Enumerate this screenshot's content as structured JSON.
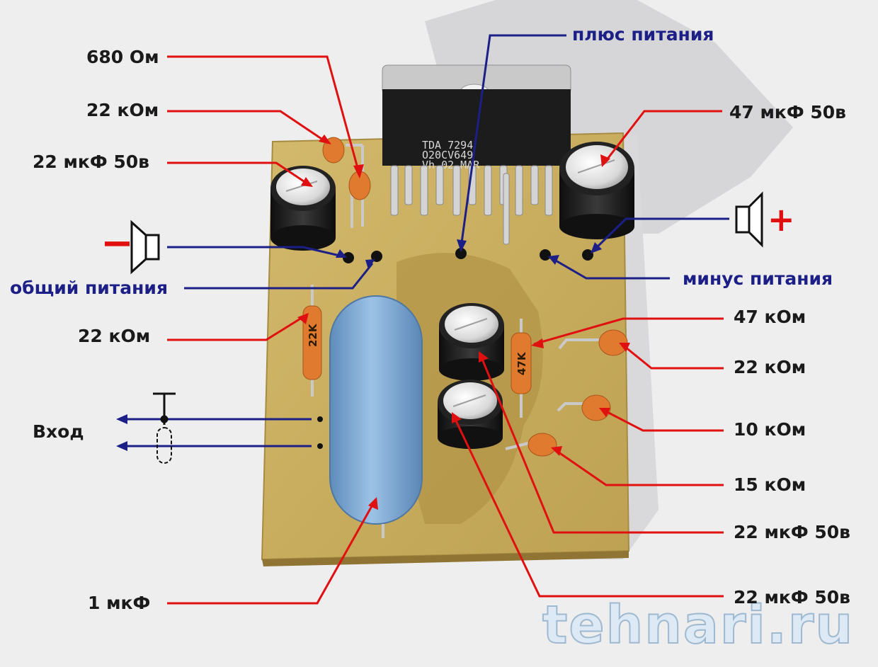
{
  "chip": {
    "line1": "TDA 7294",
    "line2": "O20CV649",
    "line3": "Vh 02 MAR"
  },
  "resistor_marks": {
    "left": "22K",
    "right": "47K"
  },
  "labels": {
    "r680": "680 Ом",
    "r22k_top": "22 кОм",
    "c22_top_left": "22 мкФ 50в",
    "plus_supply": "плюс питания",
    "c47": "47 мкФ 50в",
    "common_supply": "общий питания",
    "minus_supply": "минус питания",
    "r22k_left": "22 кОм",
    "r47k": "47 кОм",
    "r22k_right": "22 кОм",
    "input": "Вход",
    "r10k": "10 кОм",
    "r15k": "15 кОм",
    "c22_mid": "22 мкФ 50в",
    "c1": "1 мкФ",
    "c22_bottom": "22 мкФ 50в"
  },
  "speaker": {
    "minus_sign": "−",
    "plus_sign": "+"
  },
  "watermark": "tehnari.ru",
  "colors": {
    "red_leader": "#e01010",
    "blue_leader": "#1c1f86",
    "board": "#c9ae5f",
    "film_cap": "#7ea9d3",
    "resistor_body": "#e07a2e"
  }
}
